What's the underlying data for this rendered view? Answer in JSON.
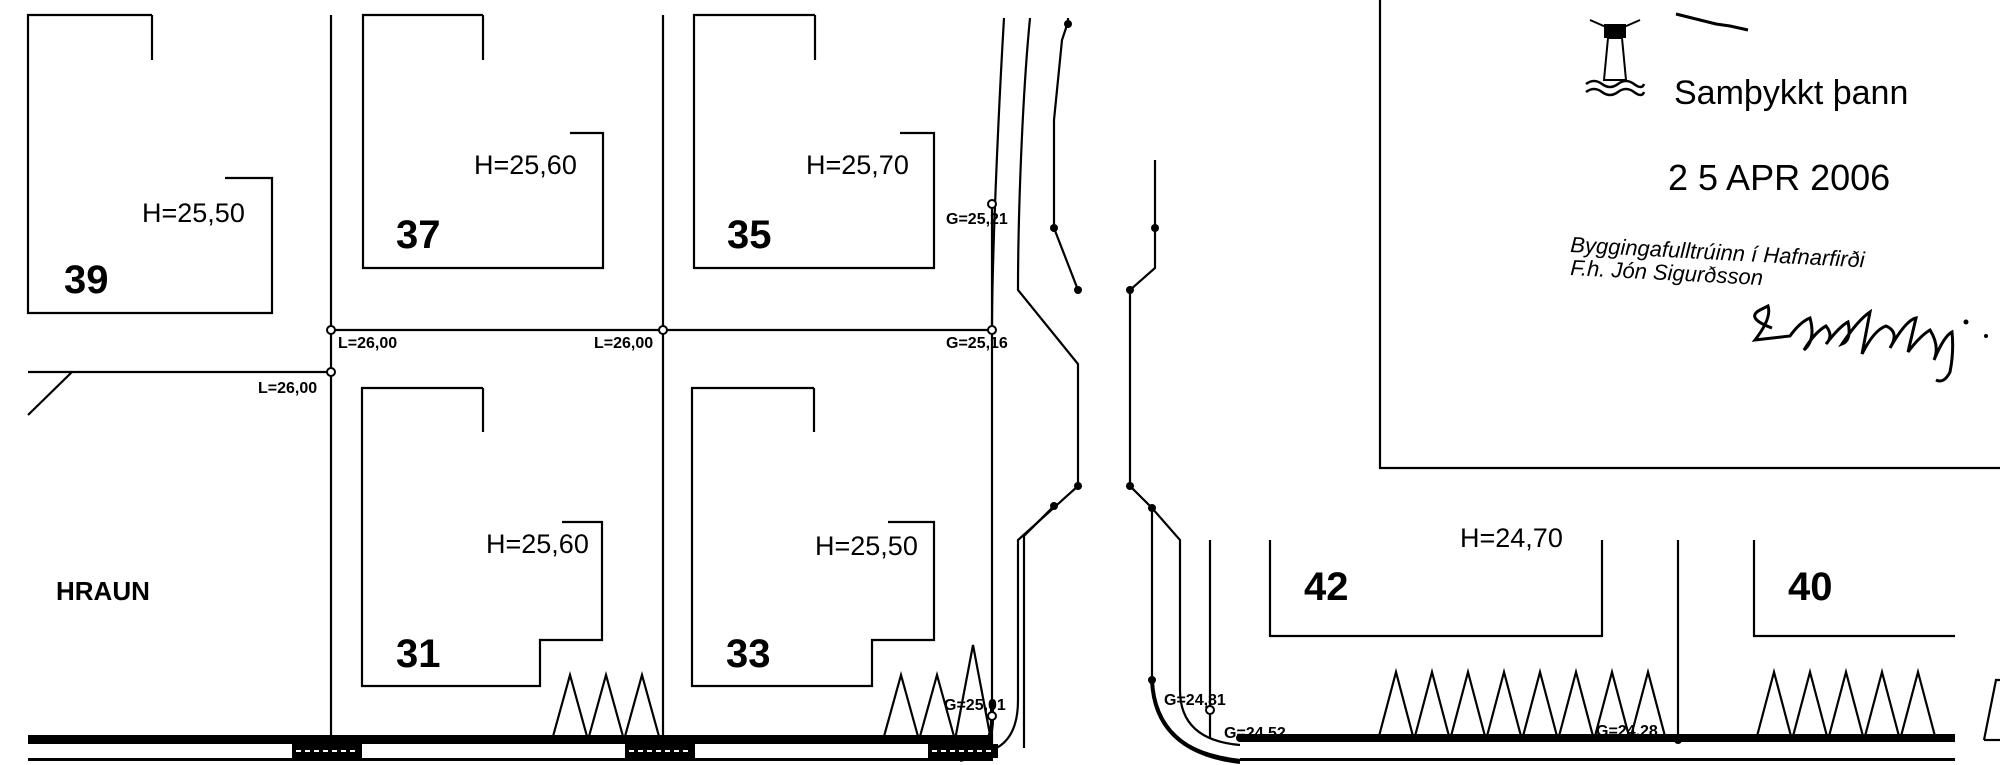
{
  "lots": [
    {
      "id": "lot-39",
      "number": "39",
      "height": "H=25,50"
    },
    {
      "id": "lot-37",
      "number": "37",
      "height": "H=25,60"
    },
    {
      "id": "lot-35",
      "number": "35",
      "height": "H=25,70"
    },
    {
      "id": "lot-31",
      "number": "31",
      "height": "H=25,60"
    },
    {
      "id": "lot-33",
      "number": "33",
      "height": "H=25,50"
    },
    {
      "id": "lot-42",
      "number": "42",
      "height": "H=24,70"
    },
    {
      "id": "lot-40",
      "number": "40",
      "height": ""
    }
  ],
  "elevations": {
    "l1": "L=26,00",
    "l2": "L=26,00",
    "l3": "L=26,00",
    "g1": "G=25,21",
    "g2": "G=25,16",
    "g3": "G=25,01",
    "g4": "G=24,81",
    "g5": "G=24,52",
    "g6": "G=24,28"
  },
  "street_name": "HRAUN",
  "stamp": {
    "approved": "Samþykkt þann",
    "date": "2 5  APR  2006",
    "office": "Byggingafulltrúinn í Hafnarfirði",
    "behalf": "F.h. Jón Sigurðsson"
  }
}
